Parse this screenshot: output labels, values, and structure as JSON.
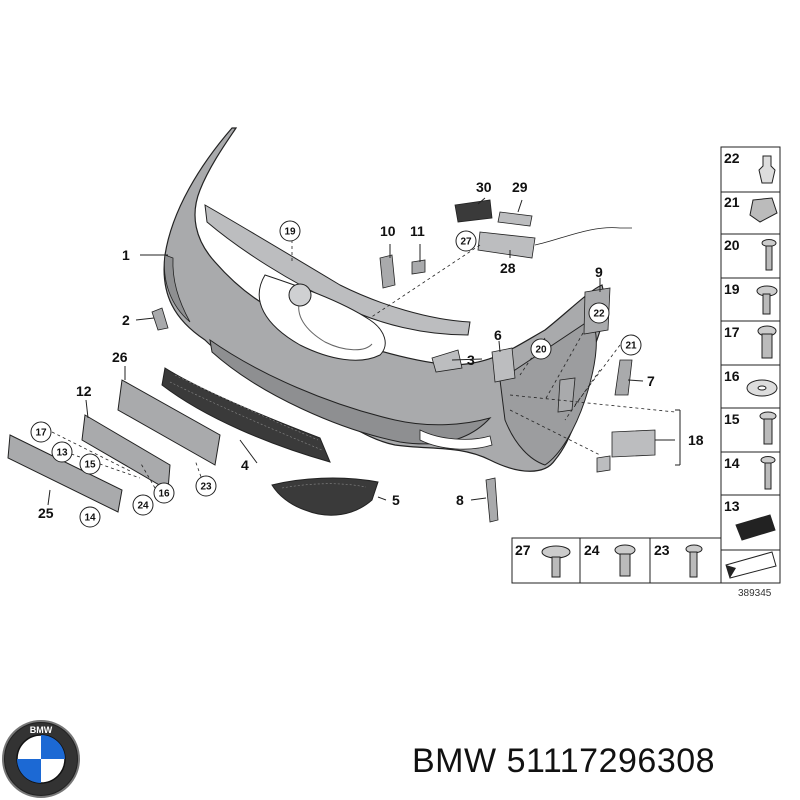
{
  "diagram": {
    "drawing_number": "389345",
    "callouts": [
      "1",
      "2",
      "3",
      "4",
      "5",
      "6",
      "7",
      "8",
      "9",
      "10",
      "11",
      "12",
      "18",
      "25",
      "26",
      "28",
      "29",
      "30"
    ],
    "circled_callouts": [
      "19",
      "27",
      "22",
      "20",
      "21",
      "17",
      "13",
      "15",
      "24",
      "16",
      "23",
      "14"
    ],
    "parts_table": {
      "right_column": [
        "22",
        "21",
        "20",
        "19",
        "17",
        "16",
        "15",
        "14",
        "13"
      ],
      "bottom_row": [
        "27",
        "24",
        "23"
      ]
    }
  },
  "footer": {
    "logo_letters": "BMW",
    "brand": "BMW",
    "part_number": "51117296308"
  },
  "colors": {
    "bumper_fill": "#a9aaac",
    "bumper_shade": "#8e8f91",
    "grille_dark": "#3a3a3a",
    "line": "#222222",
    "logo_blue": "#1c69d4"
  }
}
